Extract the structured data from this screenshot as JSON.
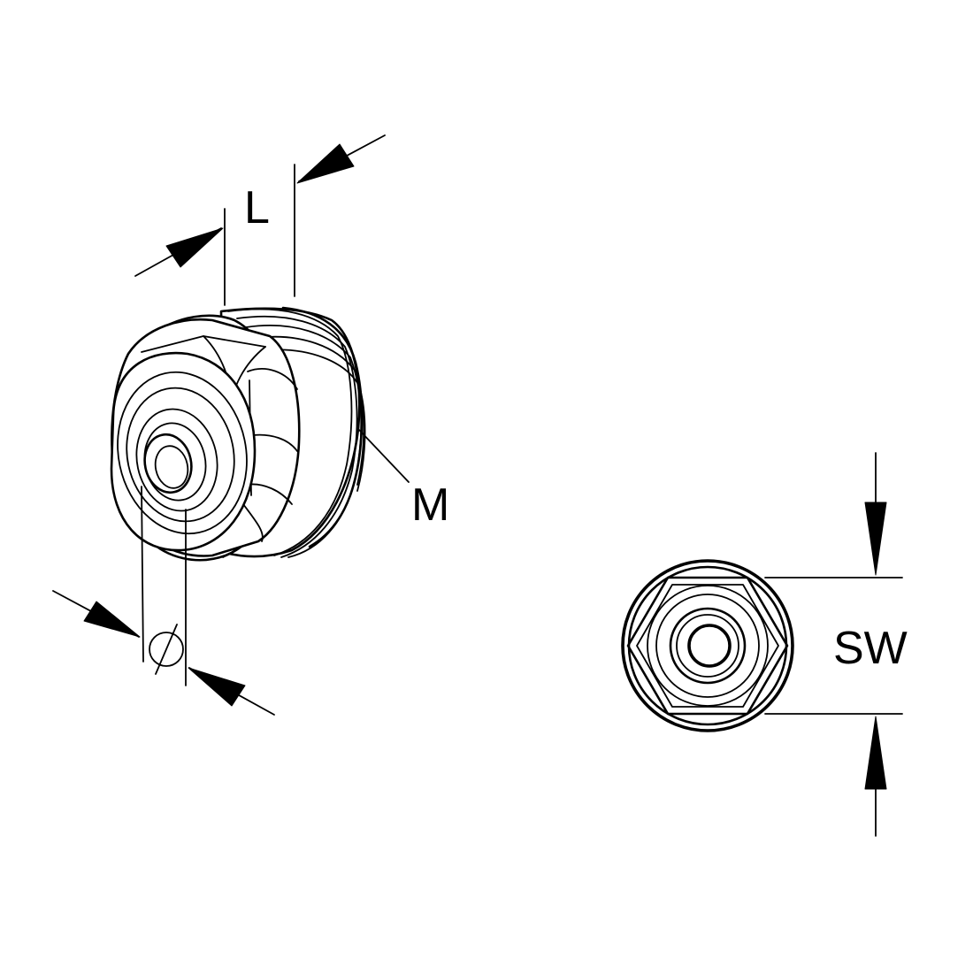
{
  "labels": {
    "length": "L",
    "thread": "M",
    "bore_diameter": "⌀",
    "wrench_size": "SW"
  },
  "colors": {
    "line": "#000000",
    "background": "#ffffff"
  }
}
